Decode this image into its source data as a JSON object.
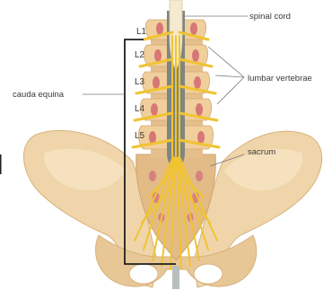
{
  "diagram": {
    "labels": {
      "spinal_cord": "spinal cord",
      "lumbar_vertebrae": "lumbar vertebrae",
      "cauda_equina": "cauda equina",
      "sacrum": "sacrum"
    },
    "vertebra_labels": [
      "L1",
      "L2",
      "L3",
      "L4",
      "L5"
    ],
    "colors": {
      "bone": "#eed3a6",
      "bone_shadow": "#dcb27e",
      "nerve": "#f0c331",
      "spinal_cord": "#f5ead0",
      "vertebra_mark": "#d77777",
      "dura": "#7e8683",
      "bracket": "#1f1f1f"
    }
  }
}
